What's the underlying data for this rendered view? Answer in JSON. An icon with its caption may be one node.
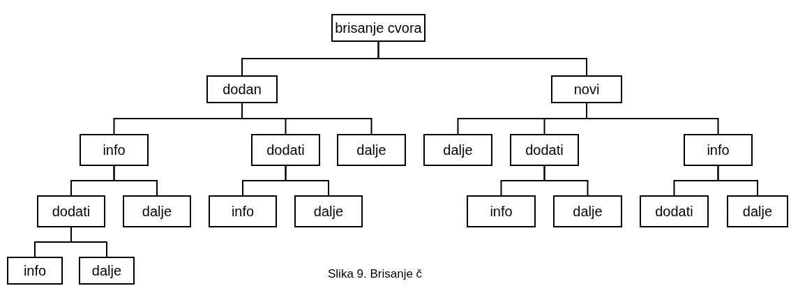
{
  "diagram": {
    "caption": "Slika 9. Brisanje č",
    "nodes": [
      {
        "text": [
          "brisanje cvora"
        ]
      },
      {
        "text": [
          "dodan"
        ]
      },
      {
        "text": [
          "novi"
        ]
      },
      {
        "text": [
          "info"
        ]
      },
      {
        "text": [
          "dodati"
        ]
      },
      {
        "text": [
          "dalje"
        ]
      },
      {
        "text": [
          "dalje"
        ]
      },
      {
        "text": [
          "dodati"
        ]
      },
      {
        "text": [
          "info"
        ]
      },
      {
        "text": [
          "dodati"
        ]
      },
      {
        "text": [
          "dalje"
        ]
      },
      {
        "text": [
          "info"
        ]
      },
      {
        "text": [
          "dalje"
        ]
      },
      {
        "text": [
          "info"
        ]
      },
      {
        "text": [
          "dalje"
        ]
      },
      {
        "text": [
          "dodati"
        ]
      },
      {
        "text": [
          "dalje"
        ]
      },
      {
        "text": [
          "info"
        ]
      },
      {
        "text": [
          "dalje"
        ]
      }
    ],
    "edges": [
      {
        "from": 0,
        "to": 1,
        "arrow": "none"
      },
      {
        "from": 0,
        "to": 2,
        "arrow": "none"
      },
      {
        "from": 1,
        "to": 3,
        "arrow": "none"
      },
      {
        "from": 1,
        "to": 4,
        "arrow": "none"
      },
      {
        "from": 1,
        "to": 5,
        "arrow": "none"
      },
      {
        "from": 2,
        "to": 6,
        "arrow": "none"
      },
      {
        "from": 2,
        "to": 7,
        "arrow": "none"
      },
      {
        "from": 2,
        "to": 8,
        "arrow": "none"
      },
      {
        "from": 3,
        "to": 9,
        "arrow": "none"
      },
      {
        "from": 3,
        "to": 10,
        "arrow": "none"
      },
      {
        "from": 4,
        "to": 11,
        "arrow": "none"
      },
      {
        "from": 4,
        "to": 12,
        "arrow": "none"
      },
      {
        "from": 7,
        "to": 13,
        "arrow": "none"
      },
      {
        "from": 7,
        "to": 14,
        "arrow": "none"
      },
      {
        "from": 8,
        "to": 15,
        "arrow": "none"
      },
      {
        "from": 8,
        "to": 16,
        "arrow": "none"
      },
      {
        "from": 9,
        "to": 17,
        "arrow": "none"
      },
      {
        "from": 9,
        "to": 18,
        "arrow": "none"
      }
    ]
  }
}
